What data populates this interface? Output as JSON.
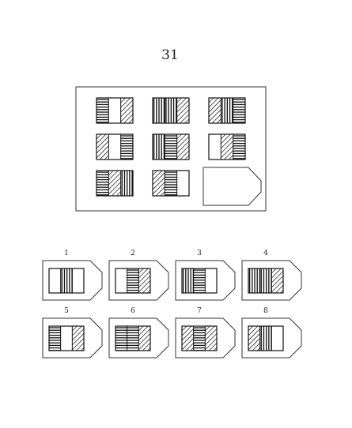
{
  "page": {
    "number": "31"
  },
  "matrix": {
    "cells": [
      {
        "cols": [
          "h",
          "e",
          "d"
        ]
      },
      {
        "cols": [
          "v",
          "v",
          "d"
        ]
      },
      {
        "cols": [
          "d",
          "v",
          "h"
        ]
      },
      {
        "cols": [
          "d",
          "e",
          "h"
        ]
      },
      {
        "cols": [
          "v",
          "h",
          "d"
        ]
      },
      {
        "cols": [
          "e",
          "d",
          "h"
        ]
      },
      {
        "cols": [
          "h",
          "d",
          "v"
        ]
      },
      {
        "cols": [
          "d",
          "h",
          "e"
        ]
      }
    ],
    "answer_slot": "blank"
  },
  "options": [
    {
      "label": "1",
      "cols": [
        "e",
        "v",
        "e"
      ]
    },
    {
      "label": "2",
      "cols": [
        "e",
        "h",
        "d"
      ]
    },
    {
      "label": "3",
      "cols": [
        "v",
        "h",
        "e"
      ]
    },
    {
      "label": "4",
      "cols": [
        "v",
        "v",
        "d"
      ]
    },
    {
      "label": "5",
      "cols": [
        "h",
        "e",
        "d"
      ]
    },
    {
      "label": "6",
      "cols": [
        "h",
        "h",
        "d"
      ]
    },
    {
      "label": "7",
      "cols": [
        "d",
        "h",
        "d"
      ]
    },
    {
      "label": "8",
      "cols": [
        "d",
        "v",
        "e"
      ]
    }
  ]
}
